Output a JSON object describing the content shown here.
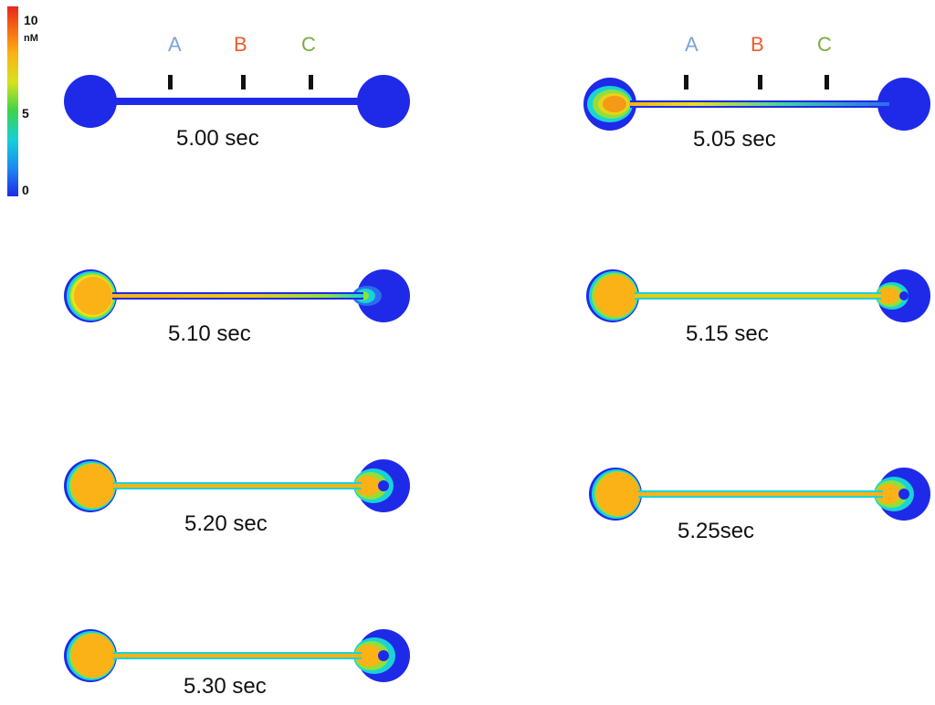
{
  "colors": {
    "low": "#1f2ae8",
    "high": "#fbb216",
    "marker_a": "#7aa4d6",
    "marker_b": "#ee5a2a",
    "marker_c": "#76ae3f"
  },
  "color_scale": {
    "max_label": "10",
    "unit": "nM",
    "mid_label": "5",
    "min_label": "0"
  },
  "markers": {
    "a": "A",
    "b": "B",
    "c": "C"
  },
  "panels": [
    {
      "time": "5.00 sec"
    },
    {
      "time": "5.05 sec"
    },
    {
      "time": "5.10 sec"
    },
    {
      "time": "5.15 sec"
    },
    {
      "time": "5.20 sec"
    },
    {
      "time": "5.25sec"
    },
    {
      "time": "5.30 sec"
    }
  ]
}
